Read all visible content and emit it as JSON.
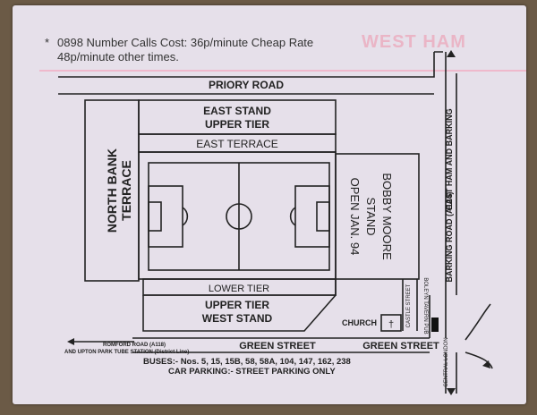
{
  "note": {
    "line1": "0898 Number Calls Cost: 36p/minute Cheap Rate",
    "line2": "48p/minute other times."
  },
  "watermark": "WEST HAM",
  "stands": {
    "east_upper_1": "EAST STAND",
    "east_upper_2": "UPPER TIER",
    "east_terrace": "EAST TERRACE",
    "north_1": "NORTH BANK",
    "north_2": "TERRACE",
    "south_1": "BOBBY MOORE",
    "south_2": "STAND",
    "south_3": "OPEN JAN. 94",
    "lower_tier": "LOWER TIER",
    "west_upper_1": "UPPER TIER",
    "west_upper_2": "WEST STAND"
  },
  "roads": {
    "priory": "PRIORY ROAD",
    "green_street": "GREEN STREET",
    "green_street_right": "GREEN STREET",
    "barking": "BARKING ROAD (A124)",
    "east_ham": "EAST HAM AND BARKING",
    "castle": "CASTLE STREET",
    "romford_1": "ROMFORD ROAD (A118)",
    "romford_2": "AND UPTON PARK TUBE STATION (District Line)",
    "central_london": "CENTRAL LONDON"
  },
  "landmarks": {
    "church": "CHURCH",
    "pub": "BOLEYN TAVERN PUB"
  },
  "transport": {
    "buses": "BUSES:- Nos. 5, 15, 15B, 58, 58A, 104, 147, 162, 238",
    "parking": "CAR PARKING:- STREET PARKING ONLY"
  }
}
